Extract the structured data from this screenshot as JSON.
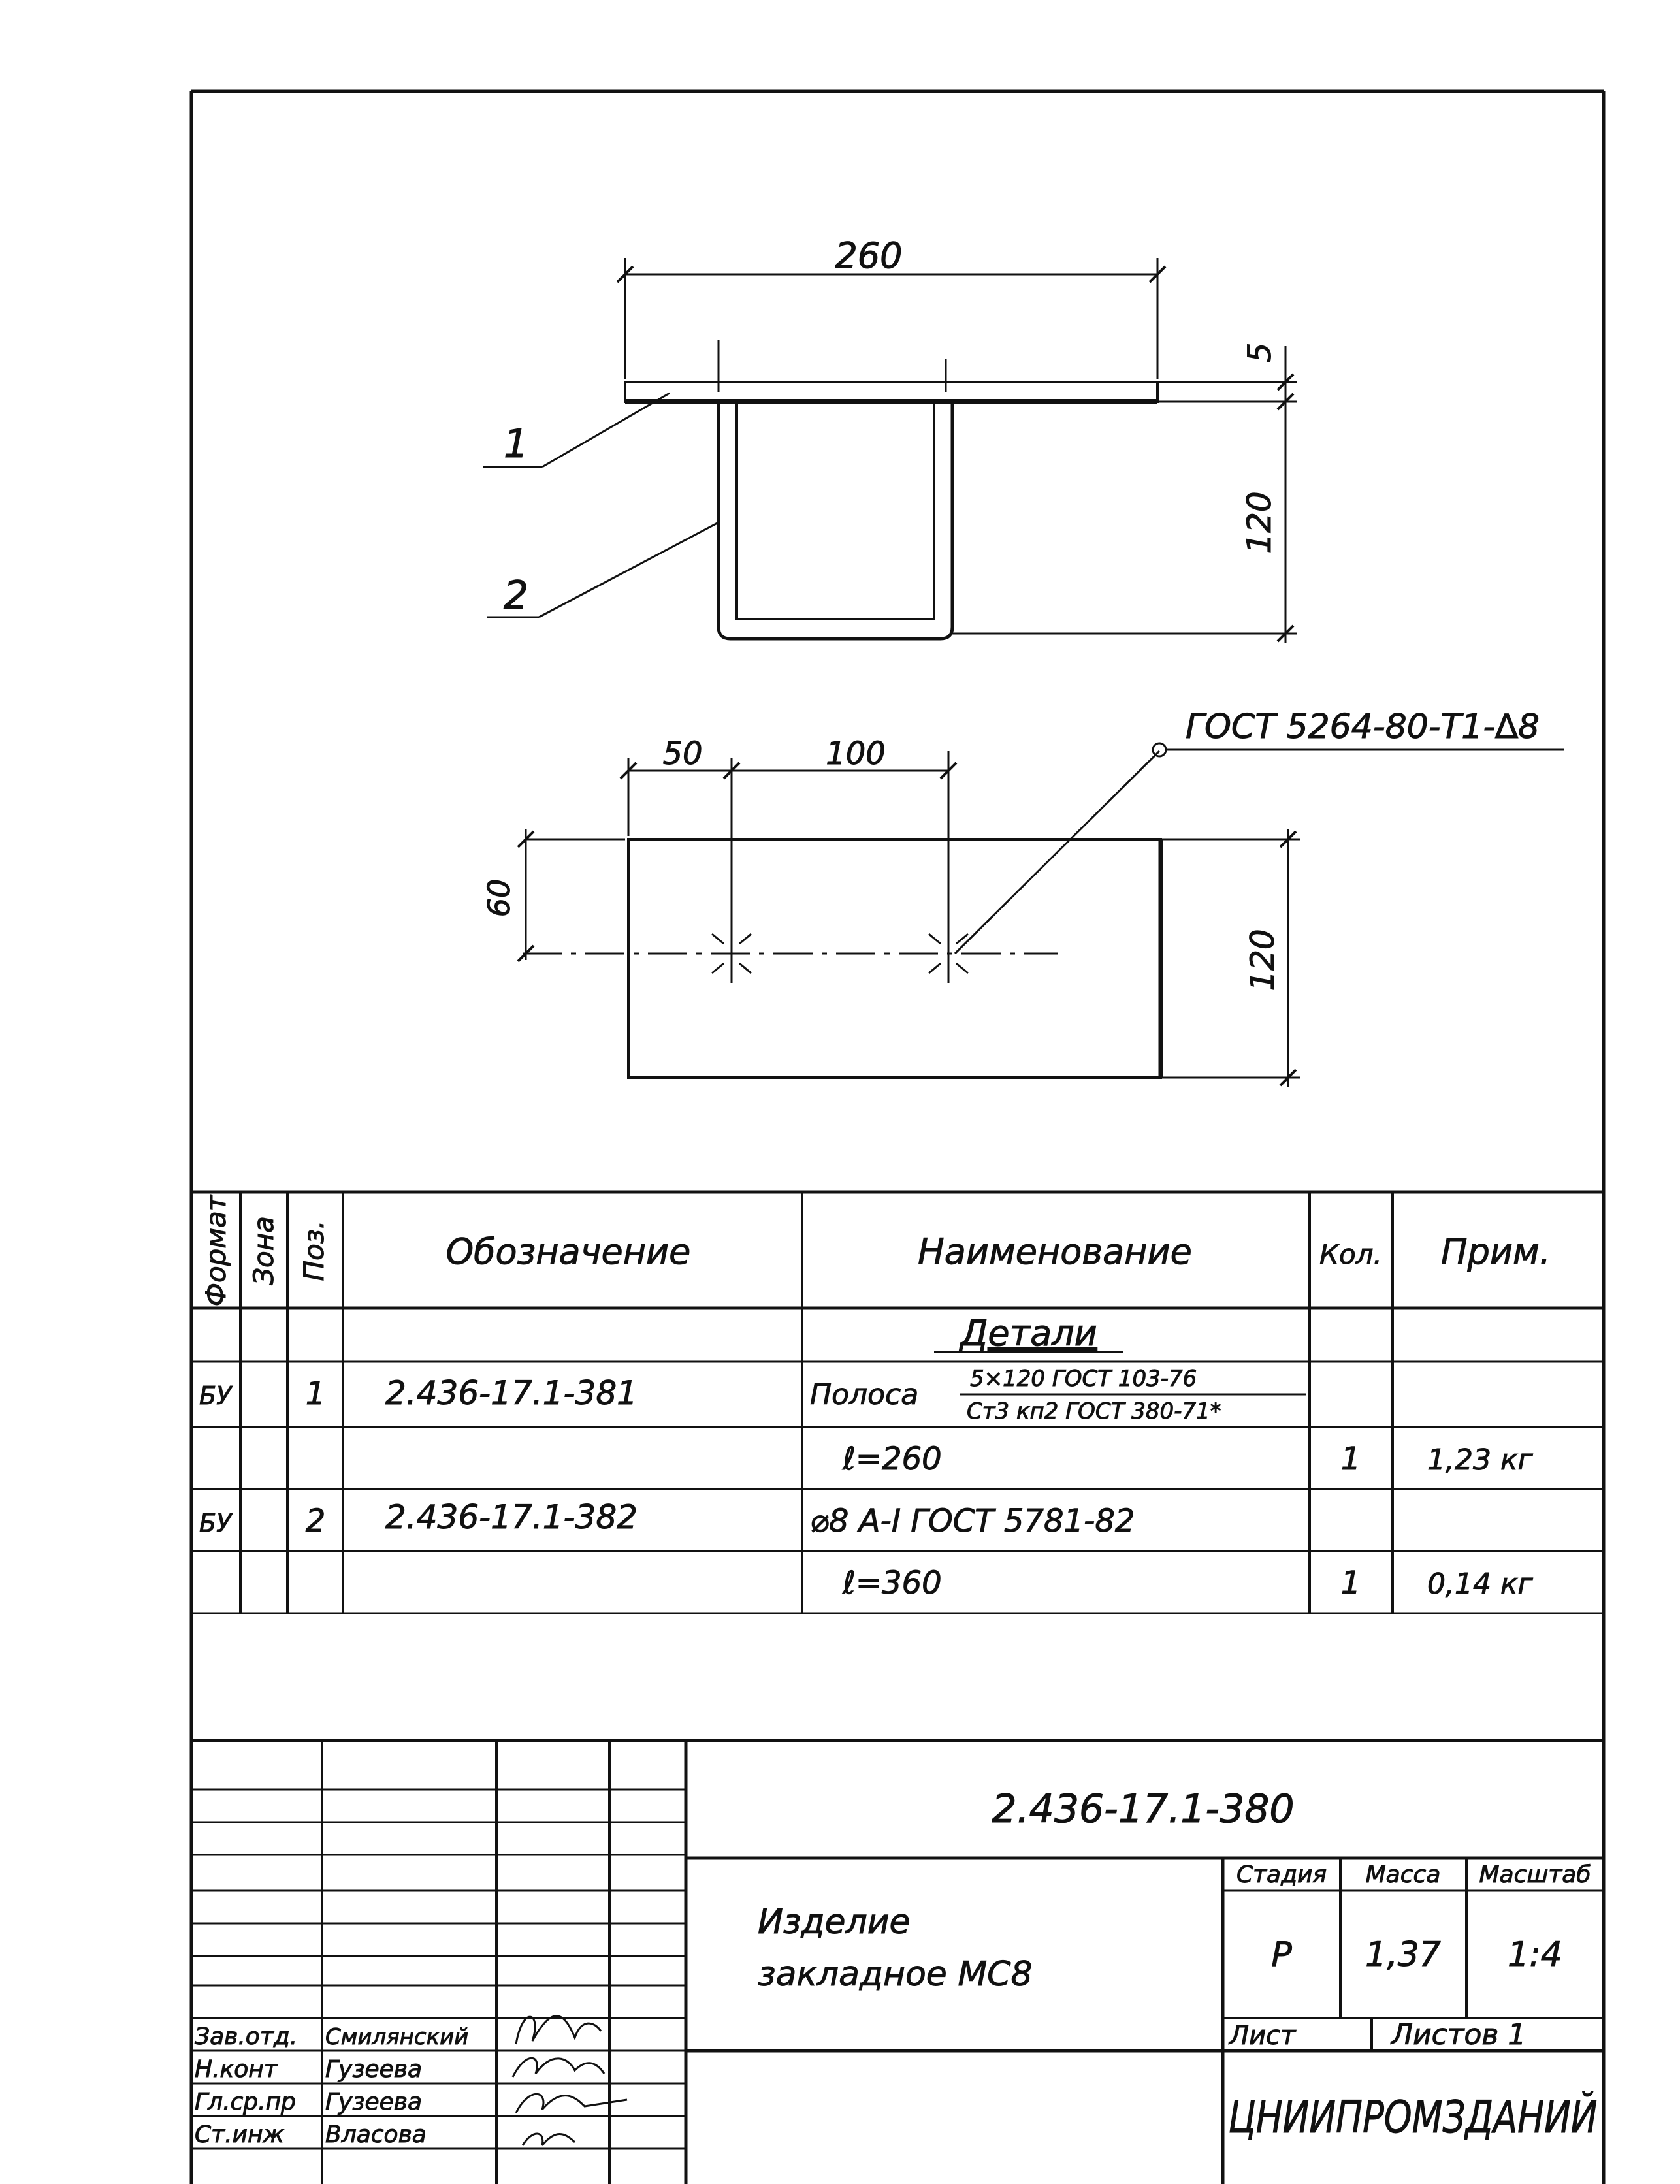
{
  "drawing": {
    "dimensions": {
      "top_width": "260",
      "plate_thickness": "5",
      "height": "120",
      "offset_left": "50",
      "spacing": "100",
      "offset_vertical": "60",
      "plan_height": "120"
    },
    "callouts": {
      "pos1": "1",
      "pos2": "2",
      "weld_note": "ГОСТ 5264-80-Т1-∆8"
    }
  },
  "spec_table": {
    "headers": {
      "format": "Формат",
      "zone": "Зона",
      "pos": "Поз.",
      "designation": "Обозначение",
      "name": "Наименование",
      "qty": "Кол.",
      "note": "Прим."
    },
    "section_title": "Детали",
    "rows": [
      {
        "format": "БУ",
        "pos": "1",
        "designation": "2.436-17.1-381",
        "name_prefix": "Полоса",
        "name_top": "5×120 ГОСТ 103-76",
        "name_bottom": "Ст3 кп2 ГОСТ 380-71*"
      },
      {
        "name": "ℓ=260",
        "qty": "1",
        "note": "1,23 кг"
      },
      {
        "format": "БУ",
        "pos": "2",
        "designation": "2.436-17.1-382",
        "name": "⌀8 А-I ГОСТ 5781-82"
      },
      {
        "name": "ℓ=360",
        "qty": "1",
        "note": "0,14 кг"
      }
    ]
  },
  "title_block": {
    "doc_code": "2.436-17.1-380",
    "title_line1": "Изделие",
    "title_line2": "закладное МС8",
    "labels": {
      "stage": "Стадия",
      "mass": "Масса",
      "scale": "Масштаб",
      "sheet": "Лист",
      "sheets": "Листов 1"
    },
    "values": {
      "stage": "Р",
      "mass": "1,37",
      "scale": "1:4"
    },
    "organization": "ЦНИИПРОМЗДАНИЙ",
    "signatures": [
      {
        "role": "Зав.отд.",
        "name": "Смилянский"
      },
      {
        "role": "Н.конт",
        "name": "Гузеева"
      },
      {
        "role": "Гл.ср.пр",
        "name": "Гузеева"
      },
      {
        "role": "Ст.инж",
        "name": "Власова"
      }
    ]
  }
}
